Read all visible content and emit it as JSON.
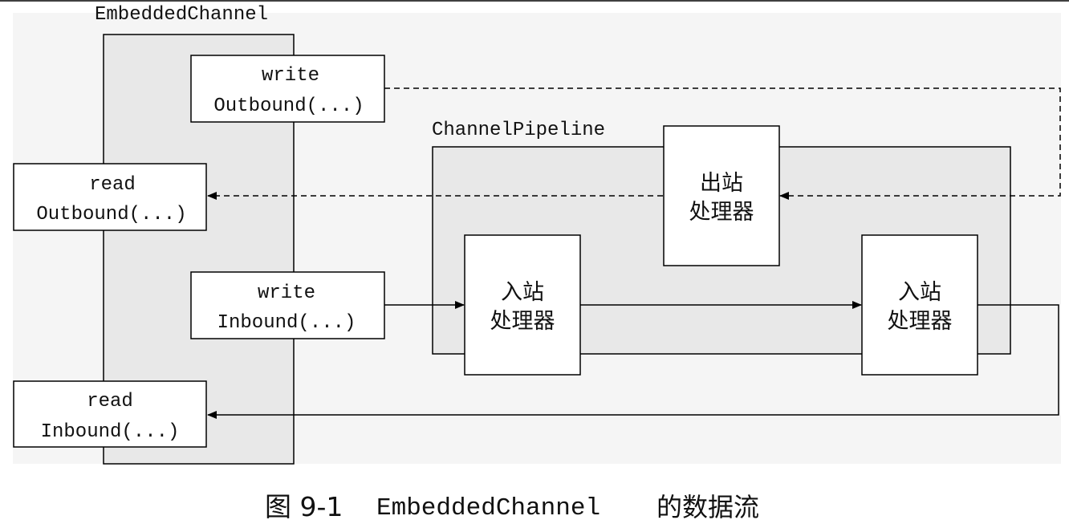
{
  "embedded_channel": {
    "title": "EmbeddedChannel",
    "write_outbound": [
      "write",
      "Outbound(...)"
    ],
    "read_outbound": [
      "read",
      "Outbound(...)"
    ],
    "write_inbound": [
      "write",
      "Inbound(...)"
    ],
    "read_inbound": [
      "read",
      "Inbound(...)"
    ]
  },
  "pipeline": {
    "title": "ChannelPipeline",
    "outbound_handler": [
      "出站",
      "处理器"
    ],
    "inbound_handler_1": [
      "入站",
      "处理器"
    ],
    "inbound_handler_2": [
      "入站",
      "处理器"
    ]
  },
  "caption": {
    "prefix": "图 9-1",
    "code": "EmbeddedChannel",
    "suffix": "的数据流"
  },
  "colors": {
    "panel_fill": "#e8e8e8",
    "outer_fill": "#f5f5f5",
    "stroke": "#000000",
    "text": "#111111"
  }
}
